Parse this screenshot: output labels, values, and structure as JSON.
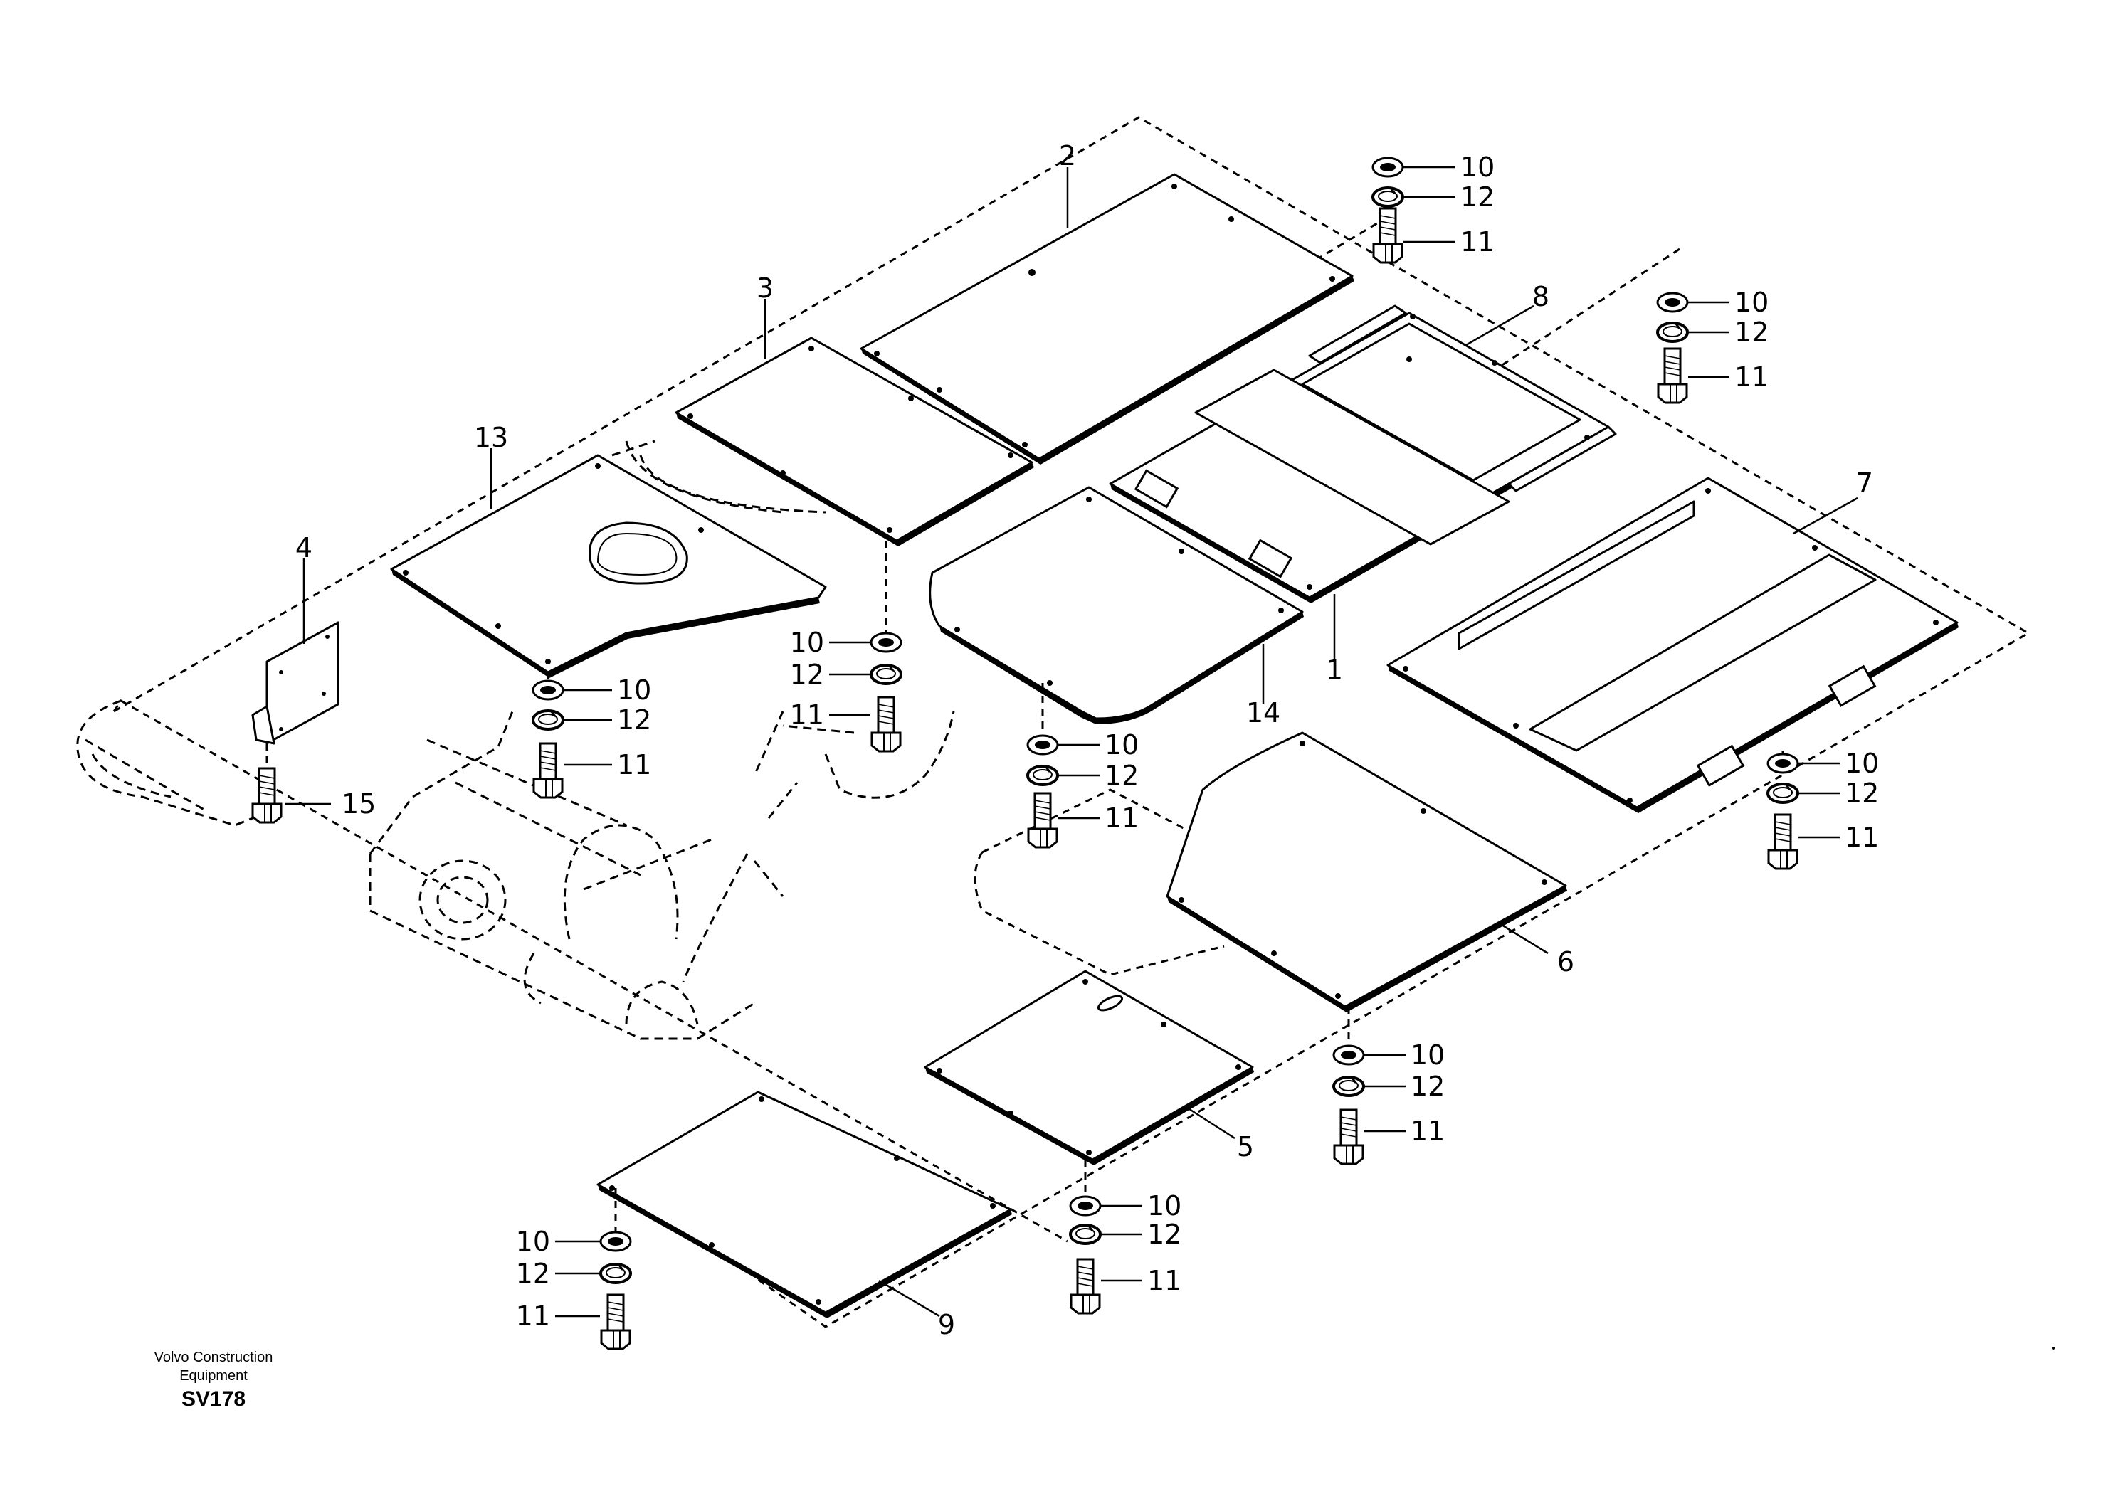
{
  "footer": {
    "company": "Volvo Construction\nEquipment",
    "code": "SV178"
  },
  "callouts": [
    {
      "id": "c2",
      "text": "2"
    },
    {
      "id": "c3",
      "text": "3"
    },
    {
      "id": "c13",
      "text": "13"
    },
    {
      "id": "c4",
      "text": "4"
    },
    {
      "id": "c8",
      "text": "8"
    },
    {
      "id": "c7",
      "text": "7"
    },
    {
      "id": "c1",
      "text": "1"
    },
    {
      "id": "c14",
      "text": "14"
    },
    {
      "id": "c6",
      "text": "6"
    },
    {
      "id": "c5",
      "text": "5"
    },
    {
      "id": "c9",
      "text": "9"
    },
    {
      "id": "c15",
      "text": "15"
    },
    {
      "id": "f1_10",
      "text": "10"
    },
    {
      "id": "f1_12",
      "text": "12"
    },
    {
      "id": "f1_11",
      "text": "11"
    },
    {
      "id": "f2_10",
      "text": "10"
    },
    {
      "id": "f2_12",
      "text": "12"
    },
    {
      "id": "f2_11",
      "text": "11"
    },
    {
      "id": "f3_10",
      "text": "10"
    },
    {
      "id": "f3_12",
      "text": "12"
    },
    {
      "id": "f3_11",
      "text": "11"
    },
    {
      "id": "f4_10",
      "text": "10"
    },
    {
      "id": "f4_12",
      "text": "12"
    },
    {
      "id": "f4_11",
      "text": "11"
    },
    {
      "id": "f5_10",
      "text": "10"
    },
    {
      "id": "f5_12",
      "text": "12"
    },
    {
      "id": "f5_11",
      "text": "11"
    },
    {
      "id": "f6_10",
      "text": "10"
    },
    {
      "id": "f6_12",
      "text": "12"
    },
    {
      "id": "f6_11",
      "text": "11"
    },
    {
      "id": "f7_10",
      "text": "10"
    },
    {
      "id": "f7_12",
      "text": "12"
    },
    {
      "id": "f7_11",
      "text": "11"
    },
    {
      "id": "f8_10",
      "text": "10"
    },
    {
      "id": "f8_12",
      "text": "12"
    },
    {
      "id": "f8_11",
      "text": "11"
    },
    {
      "id": "f9_10",
      "text": "10"
    },
    {
      "id": "f9_12",
      "text": "12"
    },
    {
      "id": "f9_11",
      "text": "11"
    }
  ]
}
